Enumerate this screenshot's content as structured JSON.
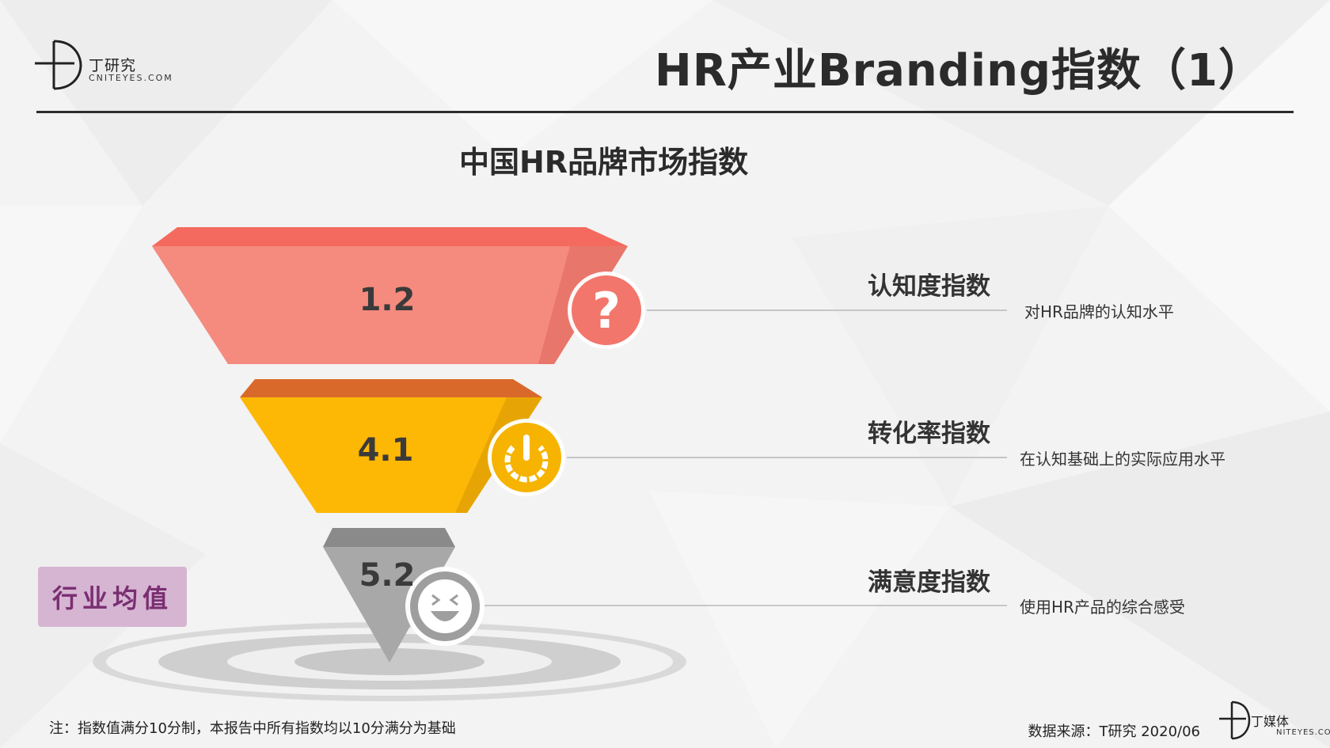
{
  "header": {
    "logo_cn": "丁研究",
    "logo_en": "CNITEYES.COM",
    "title": "HR产业Branding指数（1）"
  },
  "chart_title": "中国HR品牌市场指数",
  "funnel": [
    {
      "value": "1.2",
      "icon": "question-icon",
      "metric": "认知度指数",
      "desc": "对HR品牌的认知水平",
      "color": "#f58a7e",
      "top_color": "#f46a5e"
    },
    {
      "value": "4.1",
      "icon": "power-icon",
      "metric": "转化率指数",
      "desc": "在认知基础上的实际应用水平",
      "color": "#fdb705",
      "top_color": "#d9692a"
    },
    {
      "value": "5.2",
      "icon": "laughing-face-icon",
      "metric": "满意度指数",
      "desc": "使用HR产品的综合感受",
      "color": "#a8a8a8",
      "top_color": "#8a8a8a"
    }
  ],
  "badge": "行业均值",
  "footnote": "注：指数值满分10分制，本报告中所有指数均以10分满分为基础",
  "source": "数据来源：T研究 2020/06",
  "footer_brand": {
    "cn": "丁媒体",
    "en": "NITEYES.COM"
  }
}
